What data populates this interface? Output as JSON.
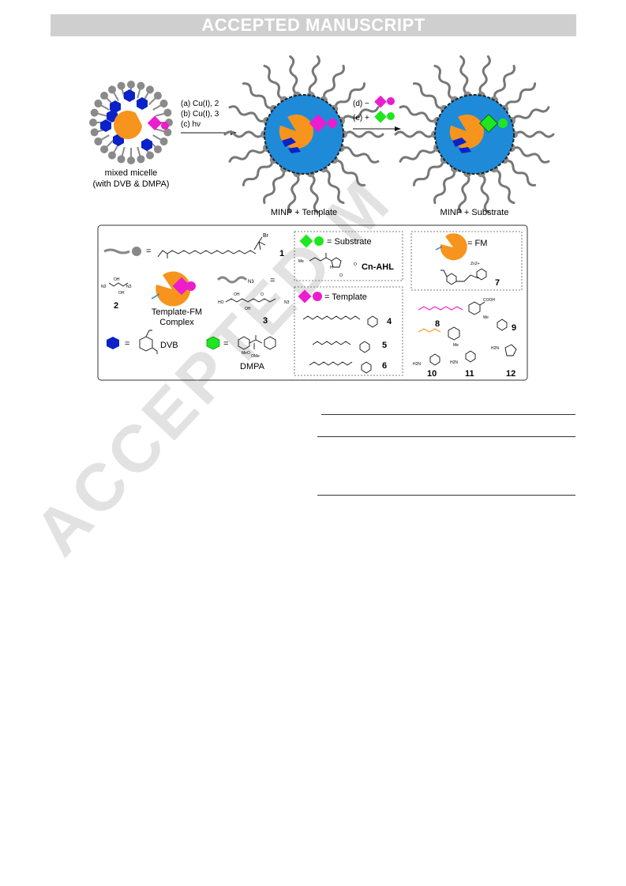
{
  "header": {
    "banner": "ACCEPTED MANUSCRIPT"
  },
  "watermark": "ACCEPTED M",
  "scheme": {
    "micelle_label_line1": "mixed micelle",
    "micelle_label_line2": "(with DVB & DMPA)",
    "step_a": "(a) Cu(I), 2",
    "step_b": "(b) Cu(I), 3",
    "step_c": "(c) hν",
    "step_d": "(d) −",
    "step_e": "(e) +",
    "minp_template": "MINP + Template",
    "minp_substrate": "MINP + Substrate"
  },
  "legend": {
    "cmpd1_number": "1",
    "cmpd1_br": "Br",
    "cmpd2_number": "2",
    "cmpd3_number": "3",
    "complex_line1": "Template-FM",
    "complex_line2": "Complex",
    "substrate_eq": "= Substrate",
    "cn_ahl": "Cn-AHL",
    "template_eq": "= Template",
    "fm_eq": "= FM",
    "cmpd4": "4",
    "cmpd5": "5",
    "cmpd6": "6",
    "cmpd7": "7",
    "cmpd8": "8",
    "cmpd9": "9",
    "cmpd10": "10",
    "cmpd11": "11",
    "cmpd12": "12",
    "dvb_label": "DVB",
    "dmpa_label": "DMPA",
    "equals": "="
  },
  "colors": {
    "blue_core": "#1f8ad8",
    "orange": "#f7941d",
    "magenta": "#ec1ccf",
    "green": "#1fe61f",
    "navy": "#0a22c8",
    "grey_tail": "#8a8a8a"
  }
}
